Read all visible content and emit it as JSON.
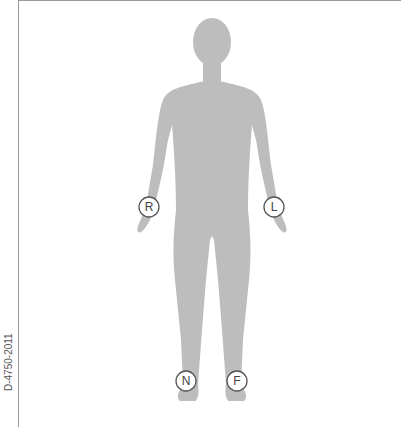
{
  "diagram": {
    "nodes": [
      {
        "text": [
          "R"
        ]
      },
      {
        "text": [
          "L"
        ]
      },
      {
        "text": [
          "N"
        ]
      },
      {
        "text": [
          "F"
        ]
      }
    ],
    "labels": [
      "D-4750-2011"
    ]
  }
}
